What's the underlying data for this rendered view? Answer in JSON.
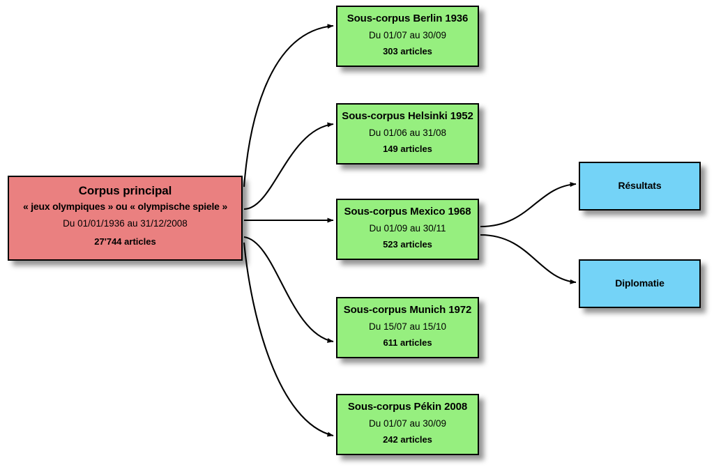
{
  "diagram": {
    "background": "#ffffff",
    "colors": {
      "main": "#ea8080",
      "sub": "#96ef7f",
      "out": "#74d3f7",
      "border": "#000000",
      "arrow": "#000000"
    },
    "main": {
      "title": "Corpus principal",
      "subtitle": "« jeux olympiques » ou « olympische spiele »",
      "period": "Du 01/01/1936 au 31/12/2008",
      "count": "27'744 articles"
    },
    "subcorpora": [
      {
        "title": "Sous-corpus Berlin 1936",
        "period": "Du 01/07 au 30/09",
        "count": "303 articles"
      },
      {
        "title": "Sous-corpus Helsinki 1952",
        "period": "Du 01/06 au 31/08",
        "count": "149 articles"
      },
      {
        "title": "Sous-corpus Mexico 1968",
        "period": "Du 01/09 au 30/11",
        "count": "523 articles"
      },
      {
        "title": "Sous-corpus Munich 1972",
        "period": "Du 15/07 au 15/10",
        "count": "611 articles"
      },
      {
        "title": "Sous-corpus Pékin 2008",
        "period": "Du 01/07 au 30/09",
        "count": "242 articles"
      }
    ],
    "outputs": [
      {
        "title": "Résultats"
      },
      {
        "title": "Diplomatie"
      }
    ]
  }
}
